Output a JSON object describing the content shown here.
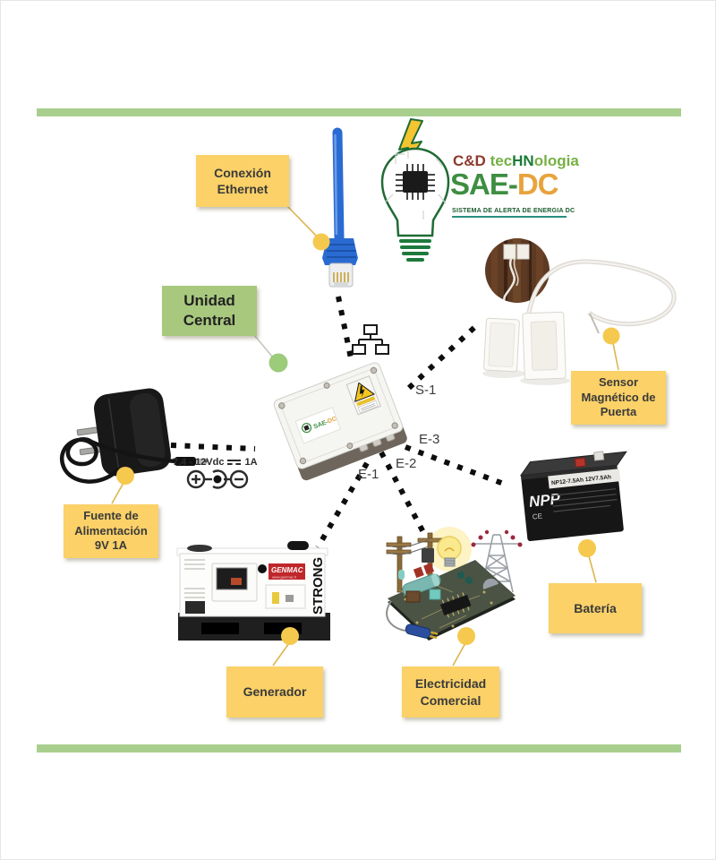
{
  "theme": {
    "bar_color": "#a8cf8e",
    "label_yellow": "#fbd168",
    "label_green": "#a8c87e",
    "dot_yellow": "#f5c94e",
    "dot_green": "#9ccb7a",
    "dotted_line": "#0d0d0d"
  },
  "logo": {
    "brand": {
      "cd": "C&D",
      "tec": "tec",
      "hn": "HN",
      "ologia": "ologia"
    },
    "product": {
      "main": "SAE-",
      "accent": "DC"
    },
    "tagline": "SISTEMA DE ALERTA DE ENERGIA DC"
  },
  "callouts": {
    "ethernet": {
      "line1": "Conexión",
      "line2": "Ethernet"
    },
    "central_unit": {
      "line1": "Unidad",
      "line2": "Central"
    },
    "door_sensor": {
      "line1": "Sensor",
      "line2": "Magnético de",
      "line3": "Puerta"
    },
    "power_supply": {
      "line1": "Fuente de",
      "line2": "Alimentación",
      "line3": "9V 1A"
    },
    "battery": {
      "line1": "Batería"
    },
    "generator": {
      "line1": "Generador"
    },
    "commercial_power": {
      "line1": "Electricidad",
      "line2": "Comercial"
    }
  },
  "connections": {
    "s1": "S-1",
    "e1": "E-1",
    "e2": "E-2",
    "e3": "E-3"
  },
  "power_input": {
    "range": "7.4 - 12Vdc",
    "current": "1A"
  },
  "equipment": {
    "generator_brand": "GENMAC",
    "generator_site": "www.genmac.it",
    "generator_model": "STRONG",
    "battery_brand": "NPP",
    "battery_model": "NP12-7.5Ah 12V7.5Ah",
    "battery_marks": "CE"
  }
}
